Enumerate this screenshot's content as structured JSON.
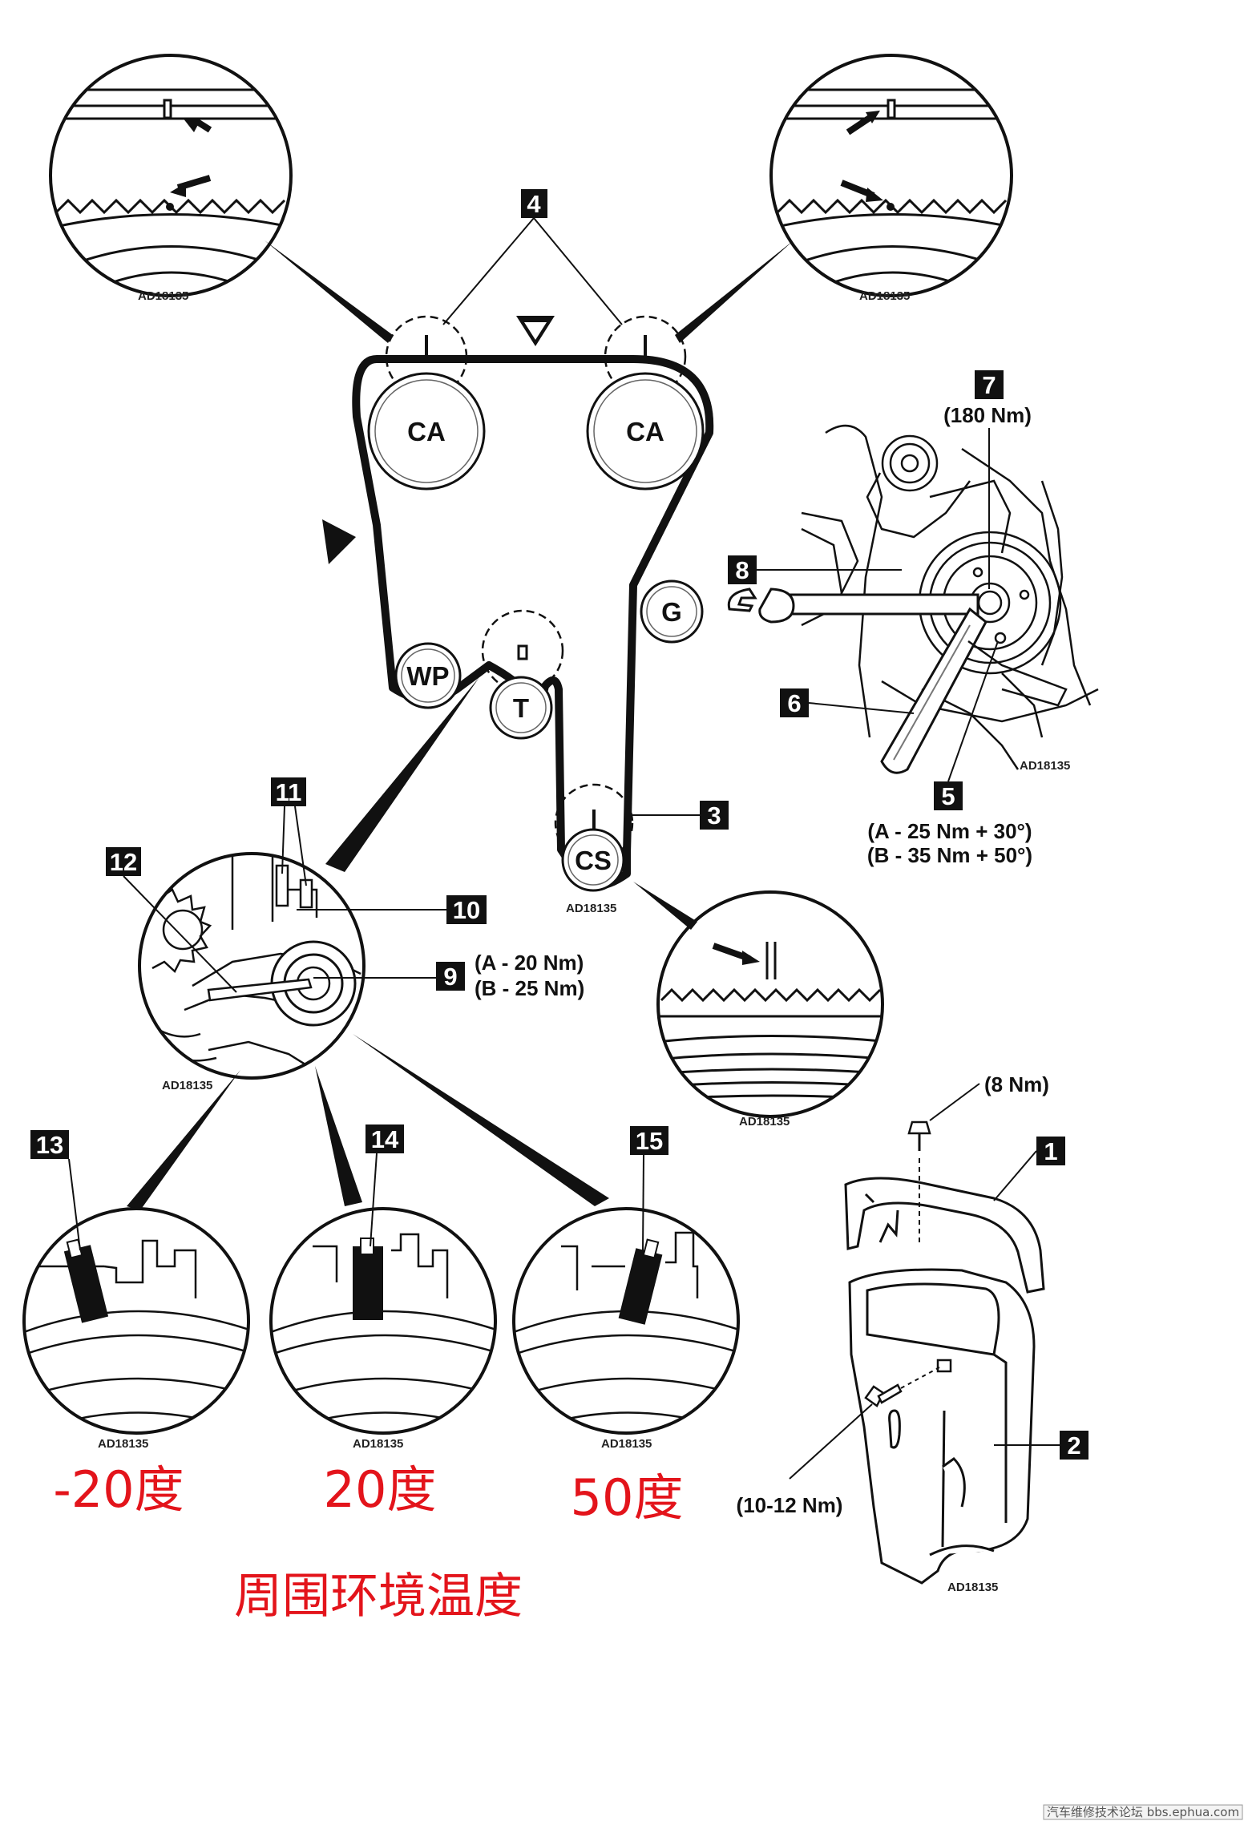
{
  "image_code": "AD18135",
  "callouts": {
    "n1": "1",
    "n2": "2",
    "n3": "3",
    "n4": "4",
    "n5": "5",
    "n6": "6",
    "n7": "7",
    "n8": "8",
    "n9": "9",
    "n10": "10",
    "n11": "11",
    "n12": "12",
    "n13": "13",
    "n14": "14",
    "n15": "15"
  },
  "pulleys": {
    "camshaft_left": "CA",
    "camshaft_right": "CA",
    "water_pump": "WP",
    "tensioner": "T",
    "idler": "G",
    "crankshaft": "CS"
  },
  "torques": {
    "crank_bolt": "(180 Nm)",
    "pulley_bolt_a": "(A - 25 Nm + 30°)",
    "pulley_bolt_b": "(B - 35 Nm + 50°)",
    "tensioner_a": "(A - 20 Nm)",
    "tensioner_b": "(B - 25 Nm)",
    "cover_bolt_upper": "(8 Nm)",
    "cover_bolt_lower": "(10-12 Nm)"
  },
  "temperatures": {
    "cold": "-20度",
    "mid": "20度",
    "hot": "50度",
    "caption": "周围环境温度"
  },
  "footer": "汽车维修技术论坛 bbs.ephua.com",
  "colors": {
    "annotation_red": "#e3141b",
    "line": "#111111",
    "callout_bg": "#111111"
  }
}
